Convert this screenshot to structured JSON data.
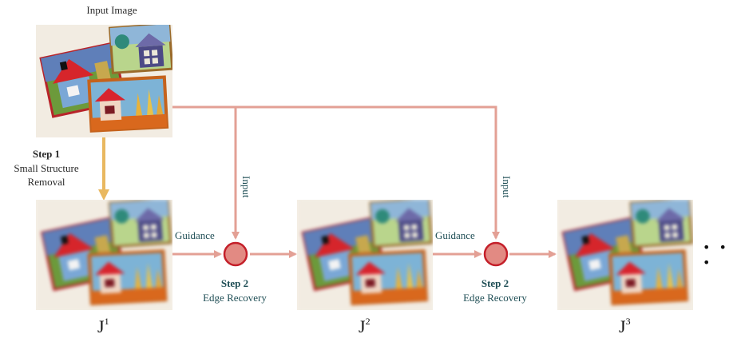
{
  "input_image": {
    "label": "Input Image"
  },
  "step1": {
    "title": "Step 1",
    "line1": "Small Structure",
    "line2": "Removal"
  },
  "guidance": [
    "Guidance",
    "Guidance"
  ],
  "input_labels": [
    "Input",
    "Input"
  ],
  "step2": [
    {
      "title": "Step 2",
      "subtitle": "Edge Recovery"
    },
    {
      "title": "Step 2",
      "subtitle": "Edge Recovery"
    }
  ],
  "outputs": [
    {
      "base": "J",
      "sup": "1"
    },
    {
      "base": "J",
      "sup": "2"
    },
    {
      "base": "J",
      "sup": "3"
    }
  ],
  "continuation": "• • •",
  "colors": {
    "edge_arrow": "#e3a095",
    "step1_arrow": "#e9b860",
    "node_fill": "#e28a83",
    "node_stroke": "#c4202a",
    "label_teal": "#1f4e55"
  }
}
